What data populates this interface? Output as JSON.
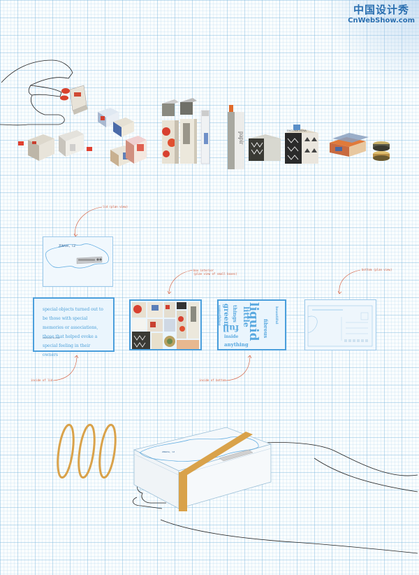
{
  "watermark": {
    "line1": "中国设计秀",
    "line2": "CnWebShow.com"
  },
  "callouts": {
    "lid_view": "lid (plan view)",
    "box_interior": "box interior\n(plan view of small boxes)",
    "bottom_view": "bottom (plan view)",
    "inside_lid": "inside of lid",
    "inside_bottom": "inside of bottom"
  },
  "lid_panel": {
    "text": "special objects turned out to be those with special memories or associations, those that helped evoke a special feeling in their owners",
    "signature": "stanislav dvořák"
  },
  "map_label": "ZDRAVA, CZ",
  "packet_label": "DVOJNA ZENA",
  "bottom_words": [
    "little",
    "liquid",
    "green",
    "things",
    "full",
    "anything",
    "inside",
    "something",
    "fibrous",
    "beautiful"
  ],
  "colors": {
    "grid": "#78b4dc",
    "panel_border": "#4b9fdc",
    "panel_fill": "#eaf5fd",
    "accent_text": "#4a9fd8",
    "callout": "#d45a3a",
    "rubber_band": "#d9a24a",
    "watermark": "#2a6fb0"
  },
  "icons": [
    "hand-outline-icon",
    "rubber-band-icon",
    "mini-box-icon",
    "map-outline-icon",
    "postcard-icon"
  ]
}
